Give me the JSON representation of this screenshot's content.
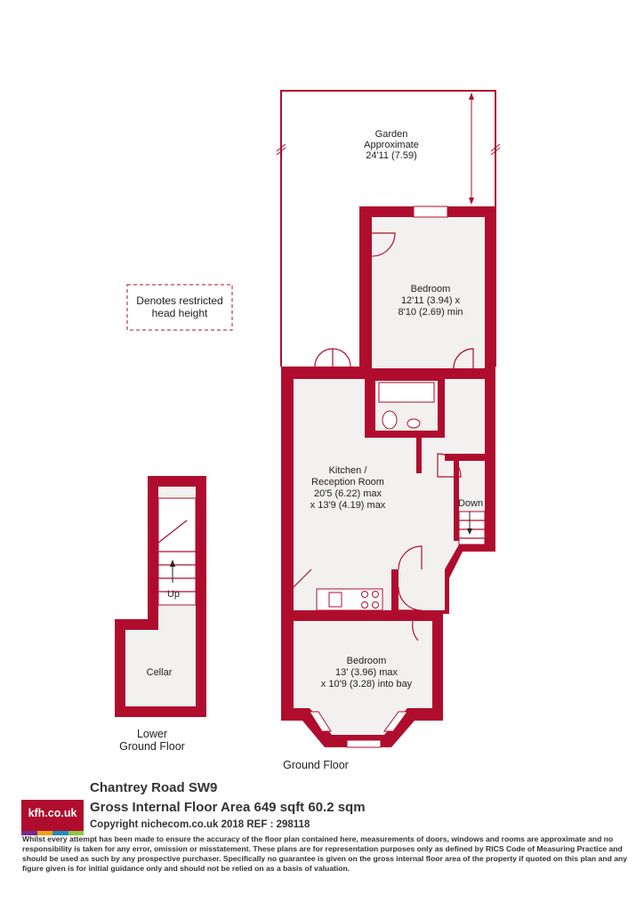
{
  "garden": {
    "label": "Garden",
    "label2": "Approximate",
    "dim": "24'11 (7.59)"
  },
  "rooms": {
    "bedroom_rear": {
      "label": "Bedroom",
      "dim1": "12'11 (3.94) x",
      "dim2": "8'10 (2.69) min"
    },
    "kitchen": {
      "label1": "Kitchen /",
      "label2": "Reception Room",
      "dim1": "20'5 (6.22) max",
      "dim2": "x 13'9 (4.19) max"
    },
    "bedroom_front": {
      "label": "Bedroom",
      "dim1": "13' (3.96) max",
      "dim2": "x 10'9 (3.28) into bay"
    },
    "cellar": {
      "label": "Cellar"
    }
  },
  "stairs": {
    "down": "Down",
    "up": "Up"
  },
  "legend": {
    "line1": "Denotes restricted",
    "line2": "head height"
  },
  "floors": {
    "lower_1": "Lower",
    "lower_2": "Ground Floor",
    "ground": "Ground Floor"
  },
  "footer": {
    "logo": "kfh.co.uk",
    "logo_colors": [
      "#7a2a8c",
      "#e8a317",
      "#1f8fc0",
      "#8cc63f"
    ],
    "address": "Chantrey Road  SW9",
    "area": "Gross Internal Floor Area 649 sqft 60.2 sqm",
    "copyright": "Copyright nichecom.co.uk 2018 REF : 298118",
    "disclaimer": "Whilst every attempt has been made to ensure the accuracy of the floor plan contained here, measurements of doors, windows and rooms are approximate and no responsibility is taken for any error, omission or misstatement.  These plans are for representation purposes only as defined by RICS Code of Measuring Practice and should be used as such by any prospective purchaser.  Specifically no guarantee is given on the gross internal floor area of the property if quoted on this plan and any figure given is for initial guidance only and should not be relied on as a basis of valuation."
  },
  "colors": {
    "wall": "#b00d2e",
    "floor": "#f2f1ef"
  }
}
